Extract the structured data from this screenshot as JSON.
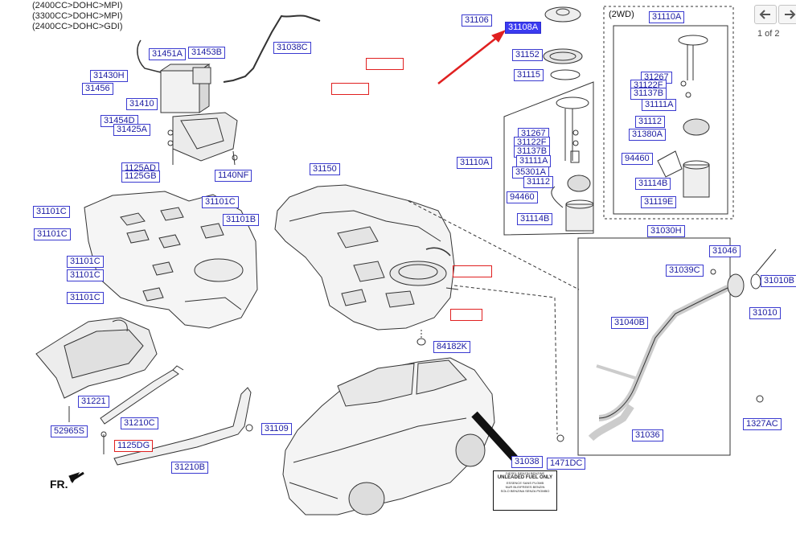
{
  "header": {
    "lines": [
      "(2400CC>DOHC>MPI)",
      "(3300CC>DOHC>MPI)",
      "(2400CC>DOHC>GDI)"
    ]
  },
  "nav": {
    "page_indicator": "1 of 2",
    "prev_icon": "arrow-left-icon",
    "next_icon": "arrow-right-icon"
  },
  "diagram": {
    "region_2wd_label": "(2WD)",
    "front_marker": "FR.",
    "sticker_text": {
      "line1": "DIESEL  BENZIN  BENZINE",
      "line2": "UNLEADED FUEL ONLY",
      "line3": "ESSENCE SANS PLOMB",
      "line4": "NUR BLEIFREIES BENZIN",
      "line5": "SOLO BENZINA SENZA PIOMBO"
    },
    "highlight_color": "#3b3bf0",
    "label_border_color": "#3a3ad0",
    "red_marker_color": "#e02020",
    "part_labels": [
      "31038C",
      "31451A",
      "31453B",
      "31430H",
      "31456",
      "31410",
      "31454D",
      "31425A",
      "1125AD",
      "1125GB",
      "1140NF",
      "31106",
      "31108A",
      "31152",
      "31115",
      "31110A",
      "31267",
      "31122F",
      "31137B",
      "31111A",
      "31112",
      "31380A",
      "94460",
      "31114B",
      "31119E",
      "31110A",
      "31267",
      "31122F",
      "31137B",
      "31111A",
      "35301A",
      "31112",
      "94460",
      "31114B",
      "31150",
      "31101C",
      "31101C",
      "31101B",
      "31101C",
      "31101C",
      "31101C",
      "31101C",
      "31030H",
      "31046",
      "31039C",
      "31010B",
      "31010",
      "84182K",
      "31040B",
      "31221",
      "31210C",
      "52965S",
      "1125DG",
      "31109",
      "31210B",
      "31036",
      "1327AC",
      "31038",
      "1471DC"
    ]
  }
}
